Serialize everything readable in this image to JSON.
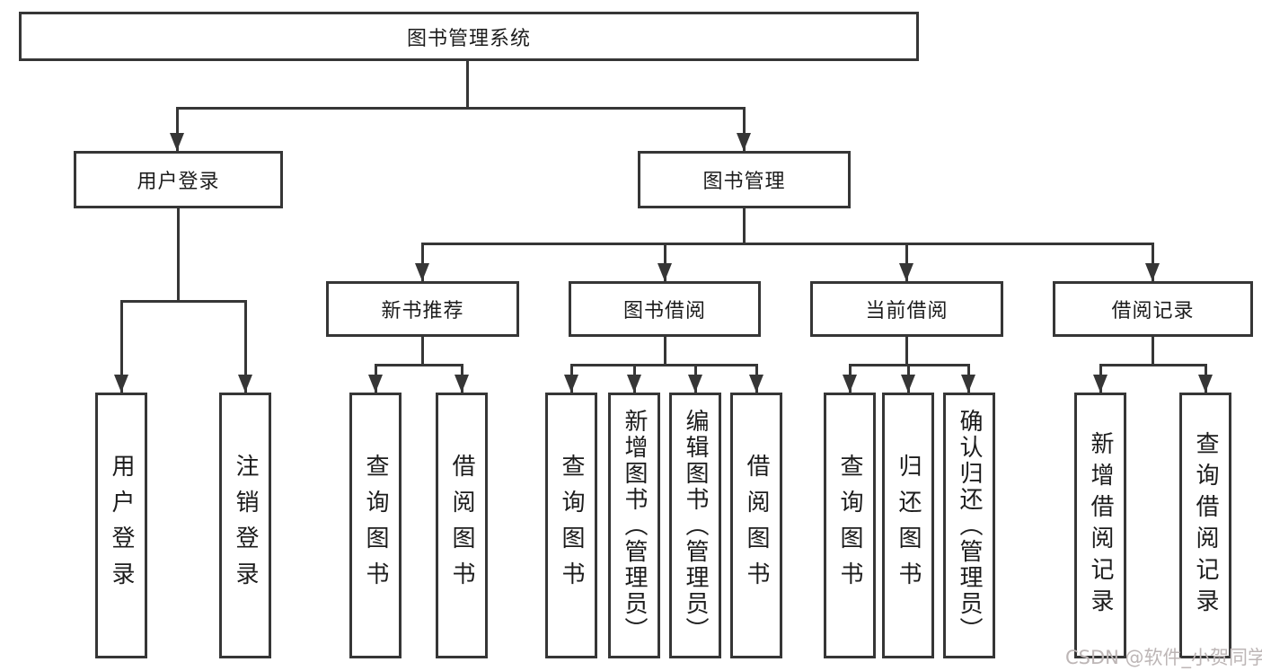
{
  "tree": {
    "label": "图书管理系统",
    "children": [
      {
        "label": "用户登录",
        "children": [
          {
            "label": "用户登录"
          },
          {
            "label": "注销登录"
          }
        ]
      },
      {
        "label": "图书管理",
        "children": [
          {
            "label": "新书推荐",
            "children": [
              {
                "label": "查询图书"
              },
              {
                "label": "借阅图书"
              }
            ]
          },
          {
            "label": "图书借阅",
            "children": [
              {
                "label": "查询图书"
              },
              {
                "label": "新增图书（管理员）"
              },
              {
                "label": "编辑图书（管理员）"
              },
              {
                "label": "借阅图书"
              }
            ]
          },
          {
            "label": "当前借阅",
            "children": [
              {
                "label": "查询图书"
              },
              {
                "label": "归还图书"
              },
              {
                "label": "确认归还（管理员）"
              }
            ]
          },
          {
            "label": "借阅记录",
            "children": [
              {
                "label": "新增借阅记录"
              },
              {
                "label": "查询借阅记录"
              }
            ]
          }
        ]
      }
    ]
  },
  "watermark": {
    "text": "CSDN @软件_小贺同学"
  },
  "colors": {
    "line": "#363636",
    "text": "#1c1c1c",
    "watermark": "#bdb6b6",
    "background": "#ffffff"
  }
}
